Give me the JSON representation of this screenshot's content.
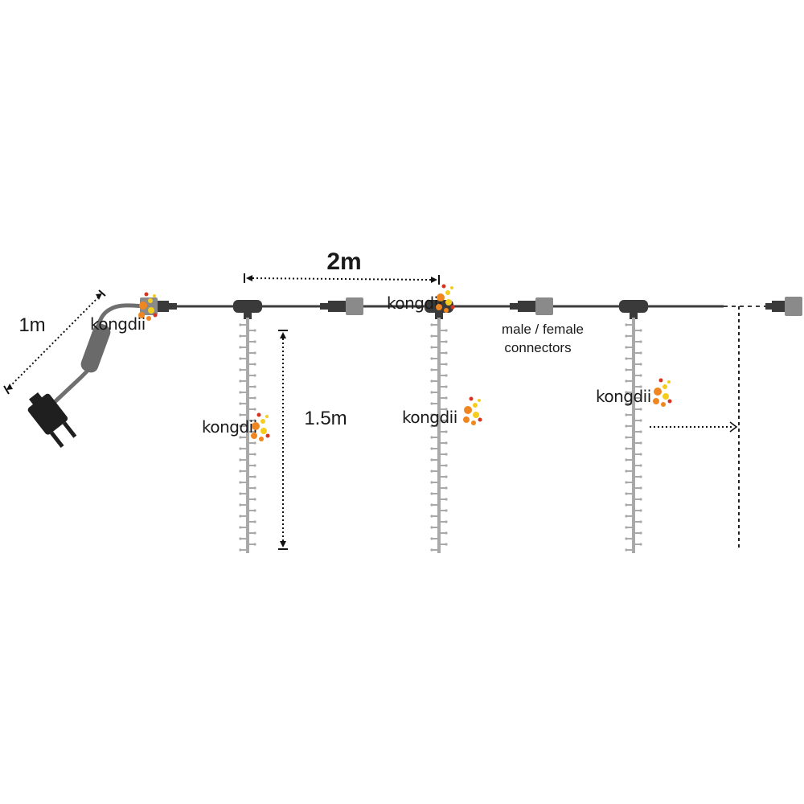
{
  "labels": {
    "span_2m": "2m",
    "lead_1m": "1m",
    "drop_1_5m": "1.5m",
    "connectors_line1": "male / female",
    "connectors_line2": "connectors"
  },
  "logo_text": "kongdii",
  "colors": {
    "cable": "#3c3c3c",
    "strand": "#a9a9a9",
    "connector_body": "#8a8a8a",
    "connector_dark": "#3a3a3a",
    "plug": "#1f1f1f",
    "dimension": "#111111",
    "dot_orange": "#f0861f",
    "dot_yellow": "#f5cd1e",
    "dot_red": "#d9331f"
  }
}
